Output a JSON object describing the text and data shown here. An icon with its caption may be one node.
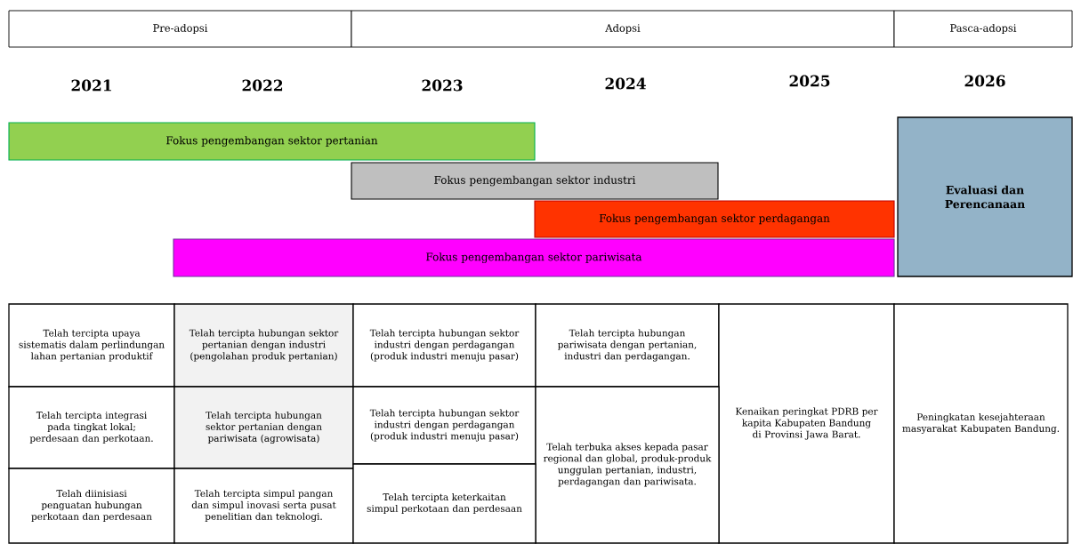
{
  "diagram": {
    "nodes": [
      {
        "text": [
          "Pre-adopsi"
        ]
      },
      {
        "text": [
          "Adopsi"
        ]
      },
      {
        "text": [
          "Pasca-adopsi"
        ]
      },
      {
        "text": [
          "Fokus pengembangan sektor pertanian"
        ]
      },
      {
        "text": [
          "Fokus pengembangan sektor industri"
        ]
      },
      {
        "text": [
          "Evaluasi dan Perencanaan"
        ]
      },
      {
        "text": [
          "Fokus pengembangan sektor perdagangan"
        ]
      },
      {
        "text": [
          "Fokus pengembangan sektor pariwisata"
        ]
      },
      {
        "text": [
          "Telah tercipta upaya sistematis dalam perlindungan lahan pertanian produktif"
        ]
      },
      {
        "text": [
          "Telah tercipta hubungan sektor pertanian dengan industri (pengolahan produk pertanian)"
        ]
      },
      {
        "text": [
          "Telah tercipta hubungan sektor industri dengan perdagangan (produk industri menuju pasar)"
        ]
      },
      {
        "text": [
          "Telah tercipta hubungan pariwisata dengan pertanian, industri dan perdagangan."
        ]
      },
      {
        "text": [
          "Kenaikan peringkat PDRB per kapita Kabupaten Bandung di Provinsi Jawa Barat."
        ]
      },
      {
        "text": [
          "Peningkatan kesejahteraan masyarakat Kabupaten Bandung."
        ]
      },
      {
        "text": [
          "Telah tercipta integrasi pada tingkat lokal; perdesaan dan perkotaan."
        ]
      },
      {
        "text": [
          "Telah tercipta hubungan sektor pertanian dengan pariwisata (agrowisata)"
        ]
      },
      {
        "text": [
          "Telah tercipta hubungan sektor industri dengan perdagangan (produk industri menuju pasar)"
        ]
      },
      {
        "text": [
          "Telah terbuka akses kepada pasar regional dan global, produk-produk unggulan pertanian, industri, perdagangan dan pariwisata."
        ]
      },
      {
        "text": [
          "Telah diinisiasi penguatan hubungan perkotaan dan perdesaan"
        ]
      },
      {
        "text": [
          "Telah tercipta simpul pangan dan simpul inovasi serta pusat penelitian dan teknologi."
        ]
      },
      {
        "text": [
          "Telah tercipta keterkaitan simpul perkotaan dan perdesaan"
        ]
      }
    ],
    "labels": [
      "2021",
      "2022",
      "2023",
      "2024",
      "2025",
      "2026"
    ]
  }
}
